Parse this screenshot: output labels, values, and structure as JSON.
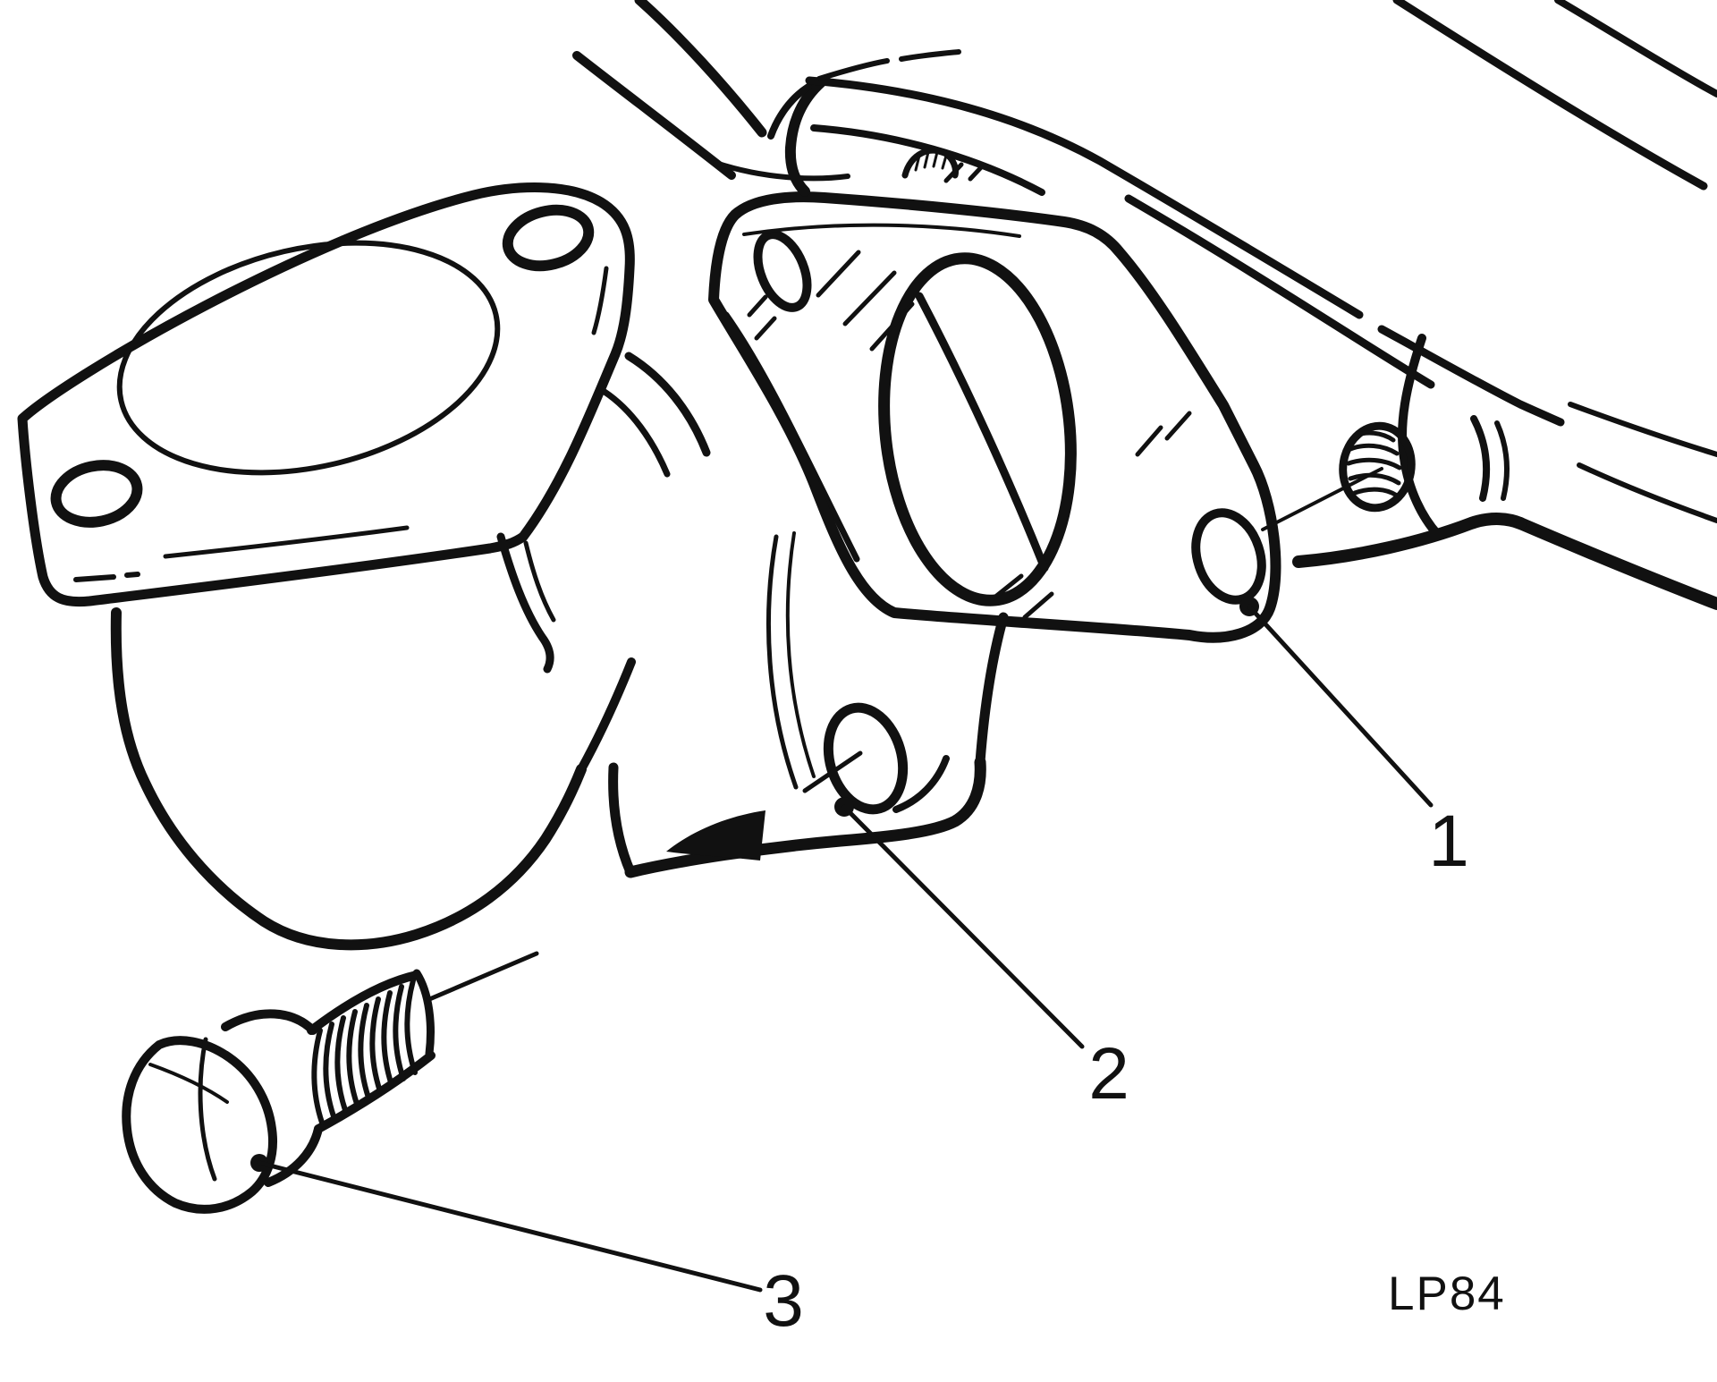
{
  "diagram": {
    "figure_code": "LP84",
    "background_color": "#ffffff",
    "line_color": "#111111",
    "description": "Exploded line-art diagram of an exhaust elbow flange, gasket and manifold joint with a securing bolt",
    "parts": [
      {
        "callout": "1",
        "name": "gasket"
      },
      {
        "callout": "2",
        "name": "elbow-flange-bolt-hole"
      },
      {
        "callout": "3",
        "name": "securing-bolt"
      }
    ],
    "callout_1": "1",
    "callout_2": "2",
    "callout_3": "3"
  }
}
